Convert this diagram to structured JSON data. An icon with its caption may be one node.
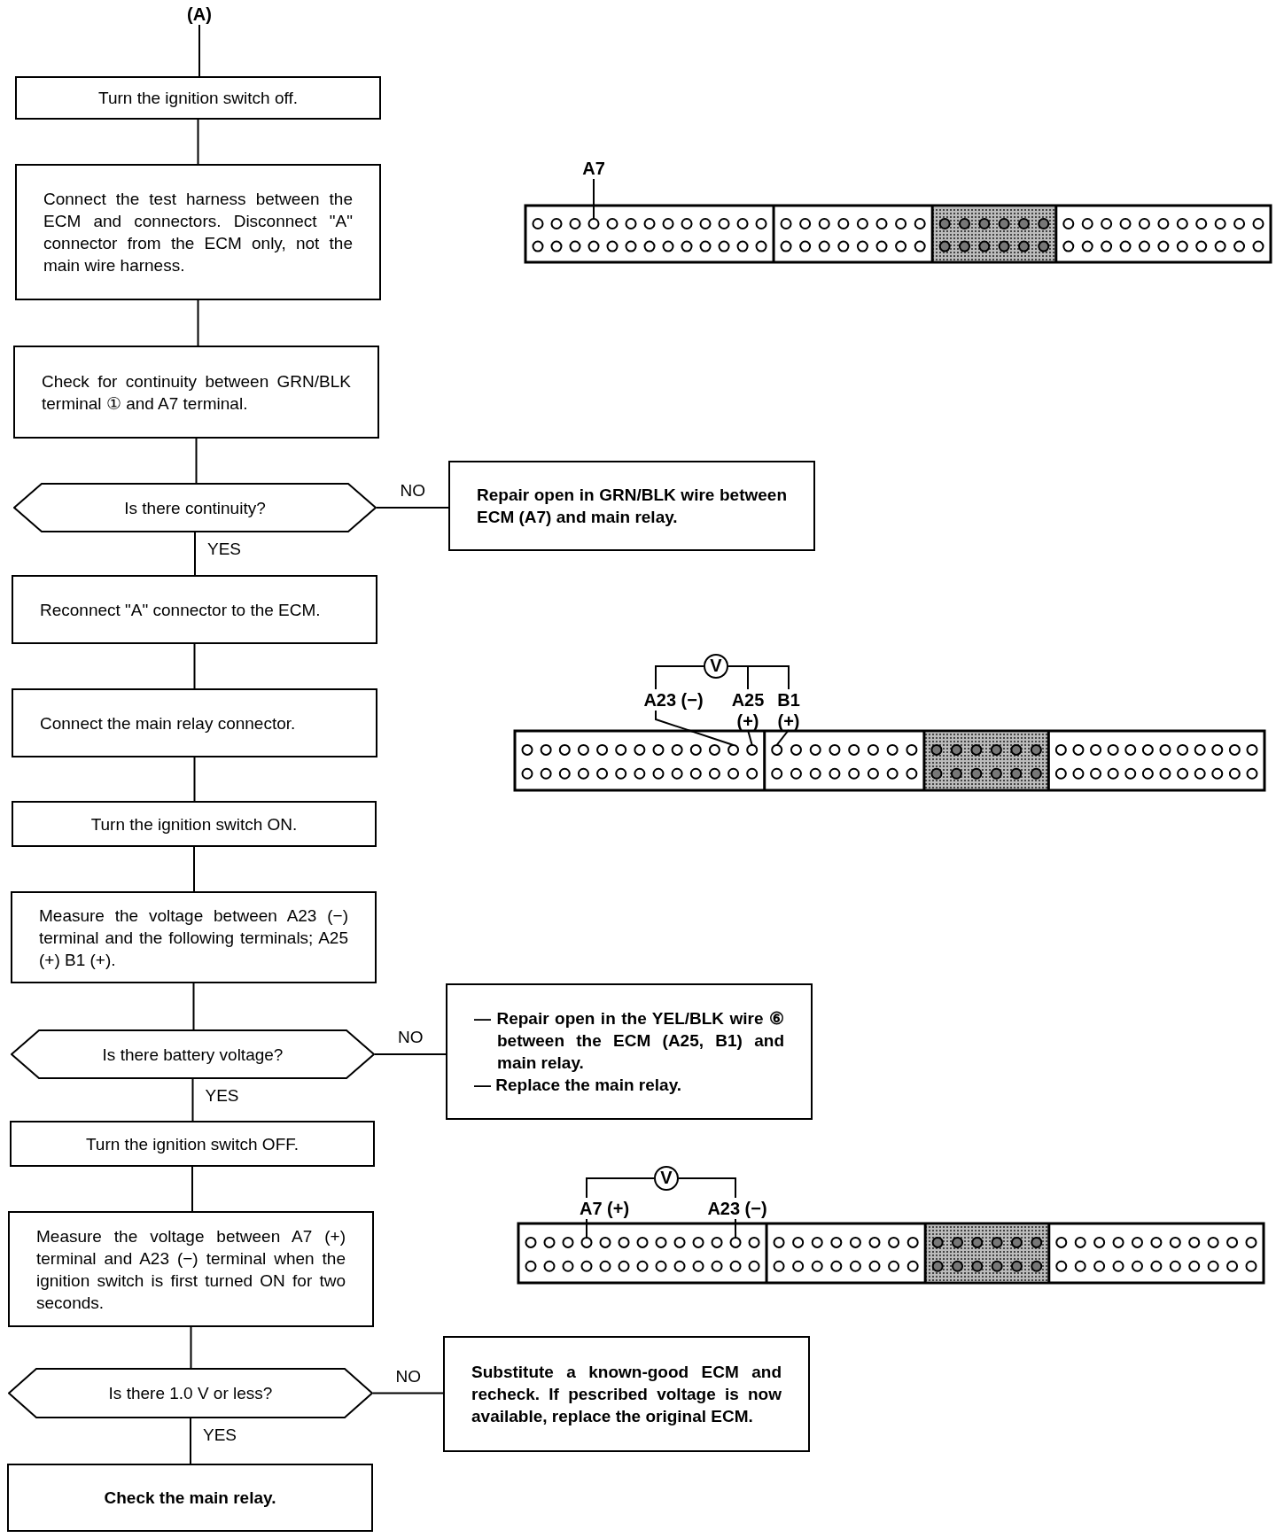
{
  "diagram": {
    "nodes": [
      {
        "text": [
          "(A)"
        ]
      },
      {
        "text": [
          "Turn the ignition switch off."
        ]
      },
      {
        "text": [
          "Connect the test harness between the ECM and connectors. Disconnect \"A\" connector from the ECM only, not the main wire harness."
        ]
      },
      {
        "text": [
          "Check for continuity between GRN/BLK terminal ① and A7 terminal."
        ]
      },
      {
        "text": [
          "Is there continuity?"
        ]
      },
      {
        "text": [
          "Repair open in GRN/BLK wire between ECM (A7) and main relay."
        ]
      },
      {
        "text": [
          "Reconnect \"A\" connector to the ECM."
        ]
      },
      {
        "text": [
          "Connect the main relay connector."
        ]
      },
      {
        "text": [
          "Turn the ignition switch ON."
        ]
      },
      {
        "text": [
          "Measure the voltage between A23 (−) terminal and the following terminals; A25 (+) B1 (+)."
        ]
      },
      {
        "text": [
          "Is there battery voltage?"
        ]
      },
      {
        "text": [
          "— Repair open in the YEL/BLK wire ⑥ between the ECM (A25, B1) and main relay.",
          "— Replace the main relay."
        ]
      },
      {
        "text": [
          "Turn the ignition switch OFF."
        ]
      },
      {
        "text": [
          "Measure the voltage between A7 (+) terminal and A23 (−) terminal when the ignition switch is first turned ON for two seconds."
        ]
      },
      {
        "text": [
          "Is there 1.0 V or less?"
        ]
      },
      {
        "text": [
          "Substitute a known-good ECM and recheck. If pescribed voltage is now available, replace the original ECM."
        ]
      },
      {
        "text": [
          "Check the main relay."
        ]
      },
      {
        "text": [
          "A7"
        ]
      },
      {
        "text": [
          "A23 (−)"
        ]
      },
      {
        "text": [
          "A25",
          "(+)"
        ]
      },
      {
        "text": [
          "B1",
          "(+)"
        ]
      },
      {
        "text": [
          "A7 (+)"
        ]
      },
      {
        "text": [
          "A23 (−)"
        ]
      },
      {
        "text": [
          "V"
        ]
      },
      {
        "text": [
          "V"
        ]
      },
      {
        "text": [],
        "shape": "circle"
      },
      {
        "text": [],
        "shape": "circle"
      },
      {
        "text": [],
        "shape": "circle"
      },
      {
        "text": [],
        "shape": "circle"
      },
      {
        "text": [],
        "shape": "circle"
      },
      {
        "text": [],
        "shape": "circle"
      }
    ],
    "edges": [
      {
        "from": 0,
        "to": 1,
        "arrow": "none"
      },
      {
        "from": 1,
        "to": 2,
        "arrow": "none"
      },
      {
        "from": 2,
        "to": 3,
        "arrow": "none"
      },
      {
        "from": 3,
        "to": 4,
        "arrow": "none"
      },
      {
        "from": 4,
        "to": 5,
        "arrow": "none",
        "label": "NO"
      },
      {
        "from": 4,
        "to": 6,
        "arrow": "none",
        "label": "YES"
      },
      {
        "from": 6,
        "to": 7,
        "arrow": "none"
      },
      {
        "from": 7,
        "to": 8,
        "arrow": "none"
      },
      {
        "from": 8,
        "to": 9,
        "arrow": "none"
      },
      {
        "from": 9,
        "to": 10,
        "arrow": "none"
      },
      {
        "from": 10,
        "to": 11,
        "arrow": "none",
        "label": "NO"
      },
      {
        "from": 10,
        "to": 12,
        "arrow": "none",
        "label": "YES"
      },
      {
        "from": 12,
        "to": 13,
        "arrow": "none"
      },
      {
        "from": 13,
        "to": 14,
        "arrow": "none"
      },
      {
        "from": 14,
        "to": 15,
        "arrow": "none",
        "label": "NO"
      },
      {
        "from": 14,
        "to": 16,
        "arrow": "none",
        "label": "YES"
      },
      {
        "from": 17,
        "to": 25,
        "arrow": "none"
      },
      {
        "from": 18,
        "to": 26,
        "arrow": "none"
      },
      {
        "from": 19,
        "to": 27,
        "arrow": "none"
      },
      {
        "from": 20,
        "to": 28,
        "arrow": "none"
      },
      {
        "from": 21,
        "to": 29,
        "arrow": "none"
      },
      {
        "from": 22,
        "to": 30,
        "arrow": "none"
      },
      {
        "from": 23,
        "to": 18,
        "arrow": "none"
      },
      {
        "from": 23,
        "to": 19,
        "arrow": "none"
      },
      {
        "from": 23,
        "to": 20,
        "arrow": "none"
      },
      {
        "from": 24,
        "to": 21,
        "arrow": "none"
      },
      {
        "from": 24,
        "to": 22,
        "arrow": "none"
      }
    ]
  }
}
